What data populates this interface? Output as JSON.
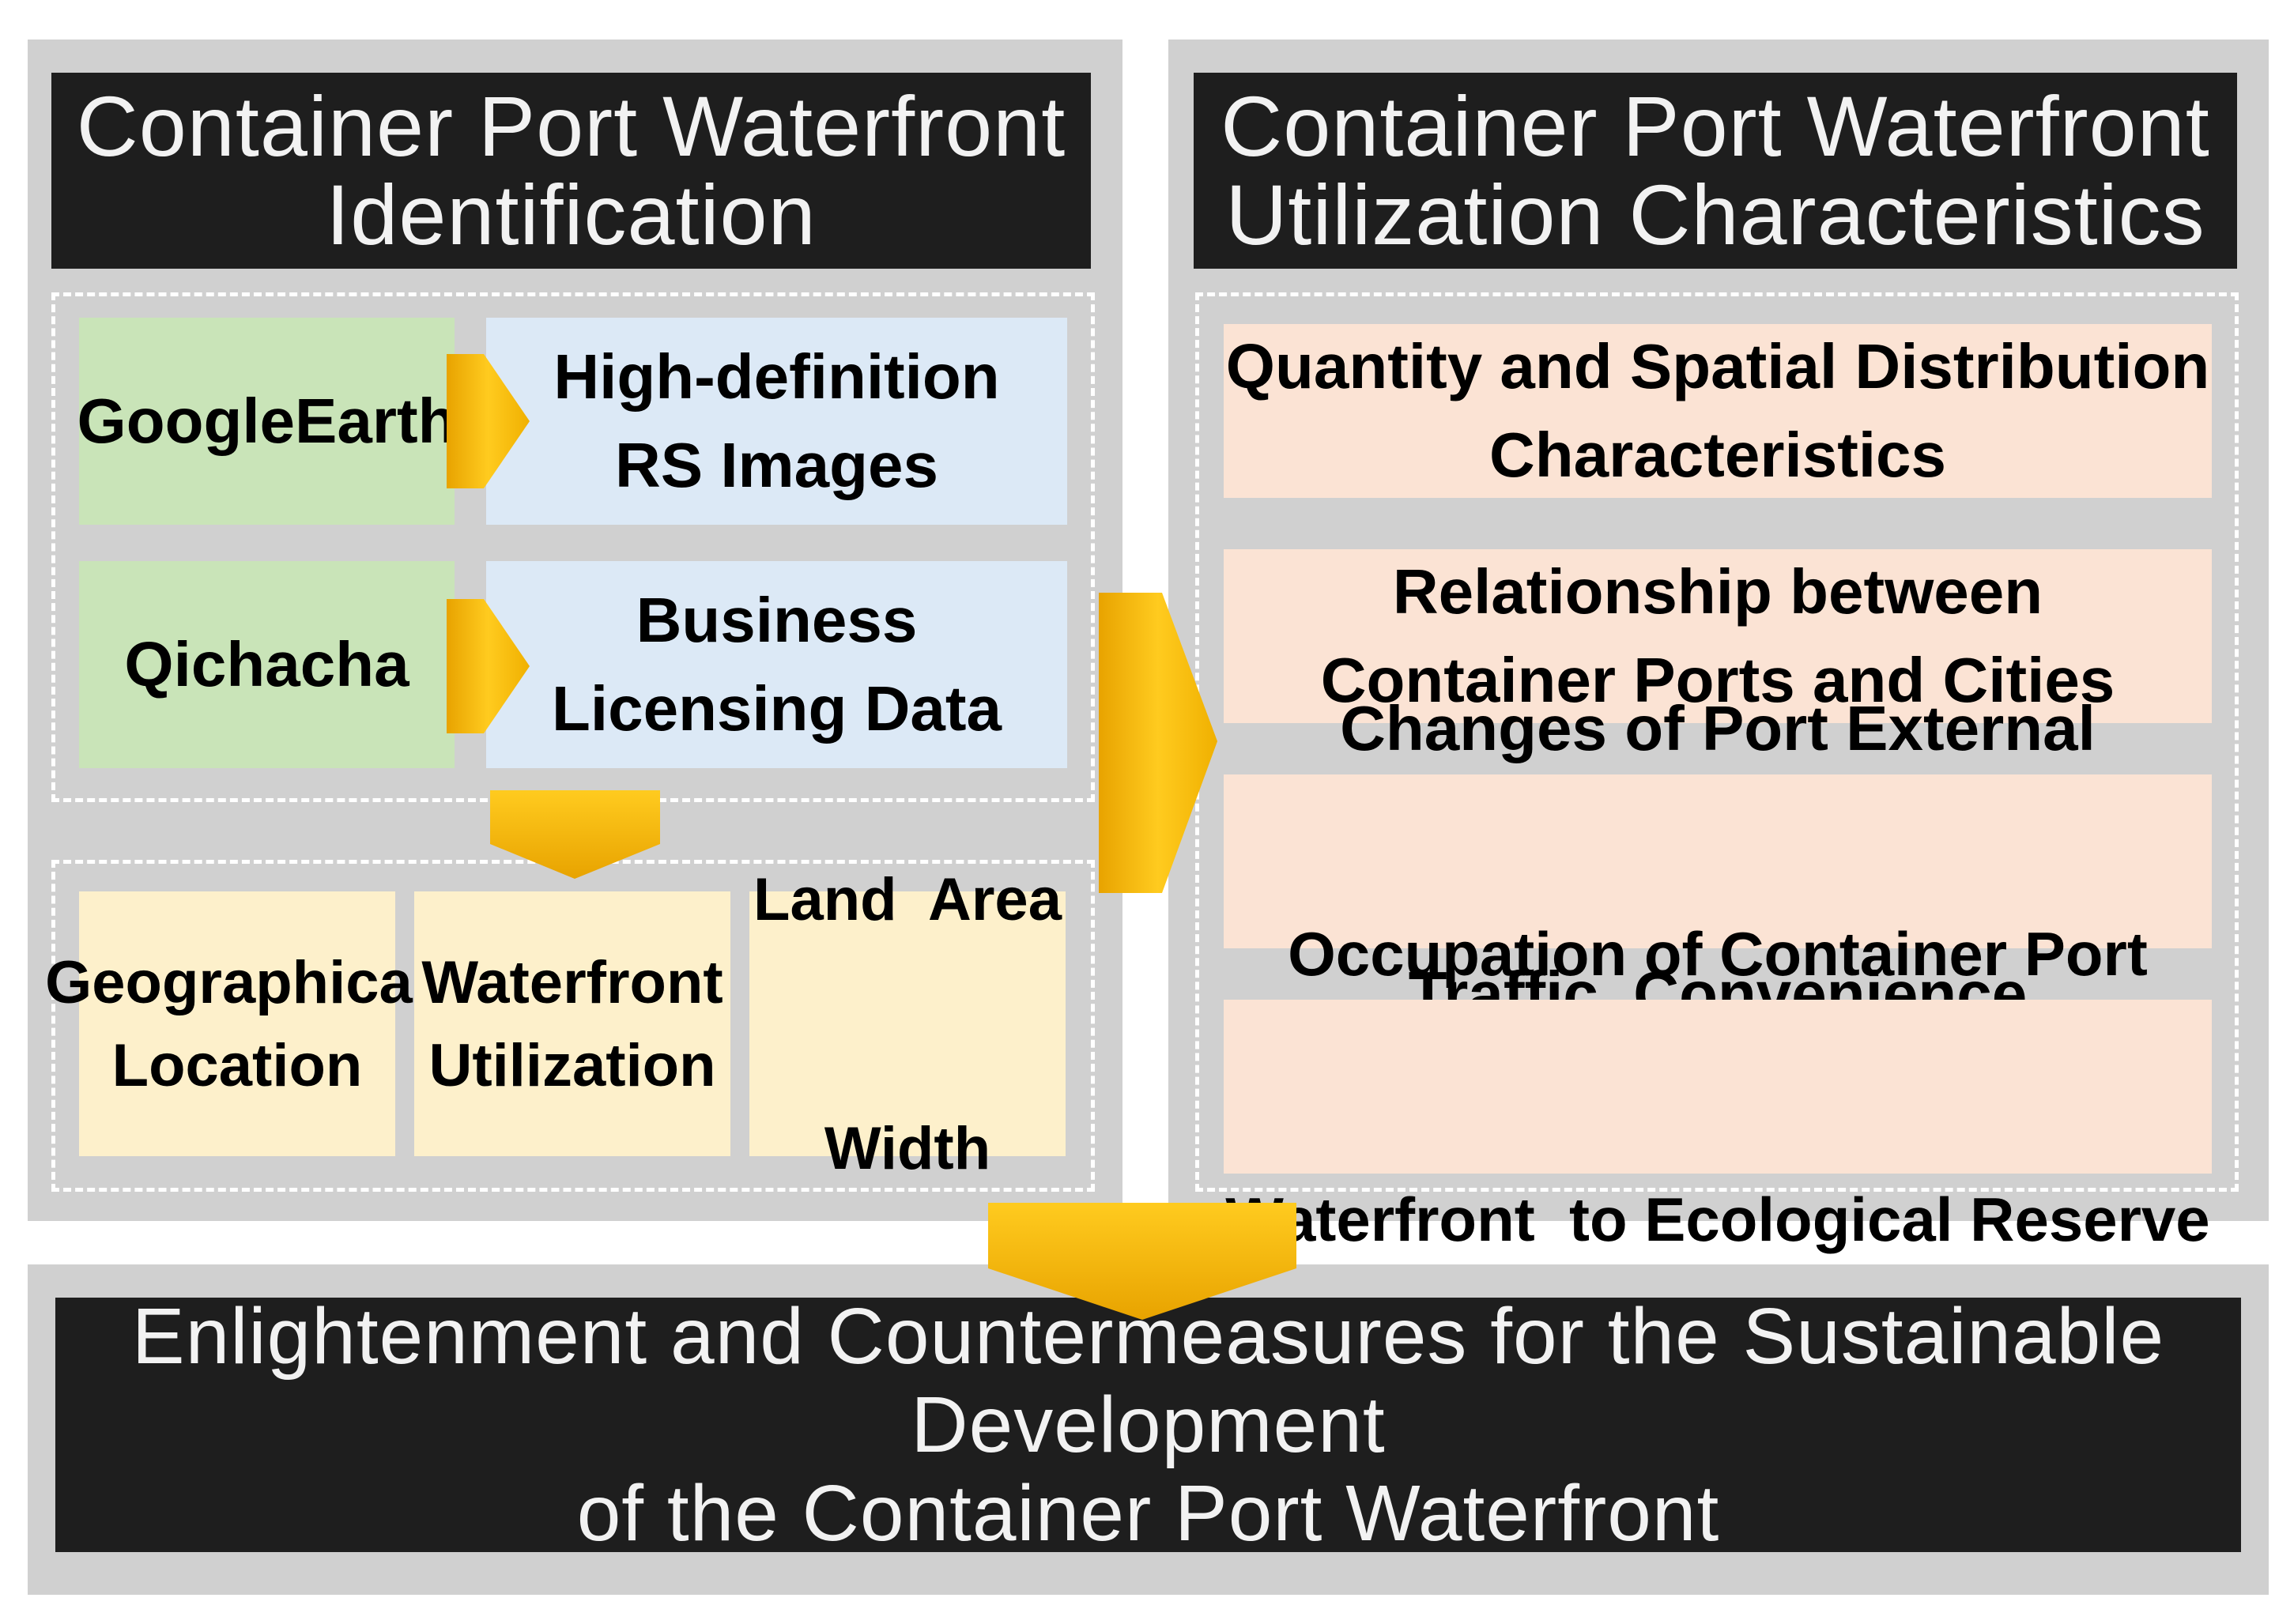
{
  "colors": {
    "panel_bg": "#d0d0d0",
    "header_bg": "#1e1e1e",
    "header_text": "#f2f2f2",
    "source_green": "#c9e4b8",
    "data_blue": "#dce9f6",
    "attr_yellow": "#fdf0cb",
    "char_peach": "#fbe3d4",
    "arrow_gold": "#f7be0c"
  },
  "left_panel": {
    "title_line1": "Container Port Waterfront",
    "title_line2": "Identification",
    "sources": [
      {
        "source": "GoogleEarth",
        "data_line1": "High-definition",
        "data_line2": "RS Images"
      },
      {
        "source": "Qichacha",
        "data_line1": "Business",
        "data_line2": "Licensing Data"
      }
    ],
    "attributes": [
      {
        "line1": "Geographical",
        "line2": "Location"
      },
      {
        "line1": "Waterfront",
        "line2": "Utilization"
      },
      {
        "line1": "Land  Area",
        "line2": "Width"
      }
    ]
  },
  "right_panel": {
    "title_line1": "Container Port Waterfront",
    "title_line2": "Utilization Characteristics",
    "characteristics": [
      {
        "line1": "Quantity and Spatial Distribution",
        "line2": "Characteristics"
      },
      {
        "line1": "Relationship between",
        "line2": "Container Ports and Cities"
      },
      {
        "line1": "Changes of Port External",
        "line2": "Traffic  Convenience"
      },
      {
        "line1": "Occupation of Container Port",
        "line2": "Waterfront  to Ecological Reserve"
      }
    ]
  },
  "bottom_panel": {
    "title_line1": "Enlightenment and Countermeasures for the Sustainable Development",
    "title_line2": "of the Container Port Waterfront"
  }
}
